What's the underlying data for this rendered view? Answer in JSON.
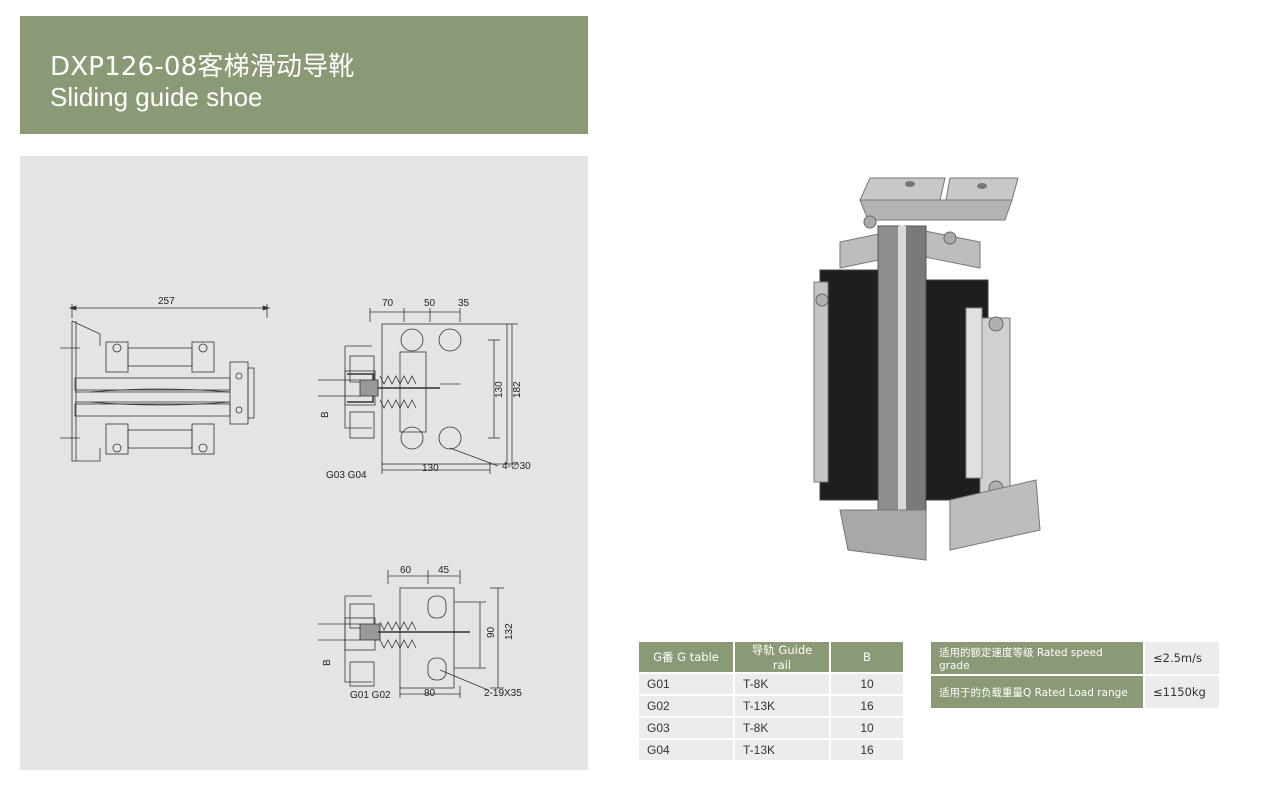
{
  "header": {
    "title_cn": "DXP126-08客梯滑动导靴",
    "title_en": "Sliding guide shoe"
  },
  "drawing": {
    "dims_side": {
      "width": "257"
    },
    "dims_top": {
      "d1": "70",
      "d2": "50",
      "d3": "35",
      "v1": "130",
      "v2": "182",
      "bottom": "130",
      "holes": "4-∅30",
      "b": "B",
      "label": "G03   G04"
    },
    "dims_bottom": {
      "d1": "60",
      "d2": "45",
      "v1": "90",
      "v2": "132",
      "bottom": "80",
      "slots": "2-19X35",
      "b": "B",
      "label": "G01   G02"
    }
  },
  "g_table": {
    "headers": [
      "G番 G table",
      "导轨 Guide rail",
      "B"
    ],
    "rows": [
      [
        "G01",
        "T-8K",
        "10"
      ],
      [
        "G02",
        "T-13K",
        "16"
      ],
      [
        "G03",
        "T-8K",
        "10"
      ],
      [
        "G04",
        "T-13K",
        "16"
      ]
    ]
  },
  "spec_table": {
    "rows": [
      {
        "label": "适用的额定速度等级 Rated speed grade",
        "value": "≤2.5m/s"
      },
      {
        "label": "适用于的负载重量Q Rated Load range",
        "value": "≤1150kg"
      }
    ]
  },
  "colors": {
    "accent": "#8a9a76",
    "panel": "#e4e4e4",
    "cell": "#ececec"
  }
}
